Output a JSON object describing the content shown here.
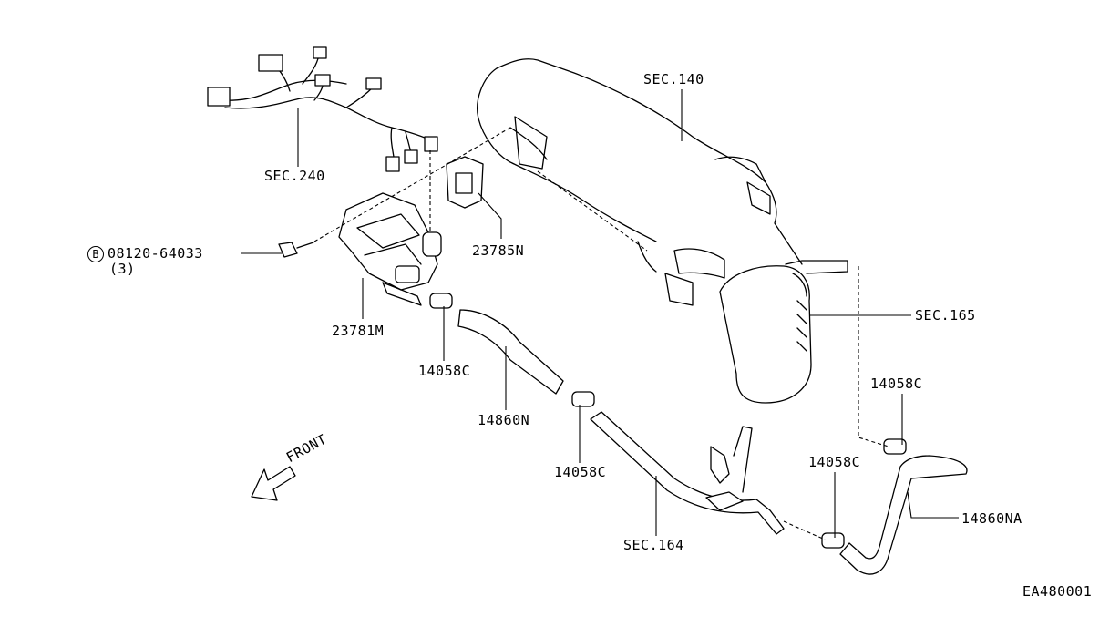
{
  "labels": {
    "sec140": "SEC.140",
    "sec240": "SEC.240",
    "sec165": "SEC.165",
    "sec164": "SEC.164",
    "p23785n": "23785N",
    "p23781m": "23781M",
    "bolt_code": "08120-64033",
    "bolt_circle": "B",
    "bolt_qty": "(3)",
    "clamp_1": "14058C",
    "clamp_2": "14058C",
    "clamp_3": "14058C",
    "clamp_4": "14058C",
    "hose_1": "14860N",
    "hose_2": "14860NA",
    "front": "FRONT",
    "figure_code": "EA480001"
  }
}
